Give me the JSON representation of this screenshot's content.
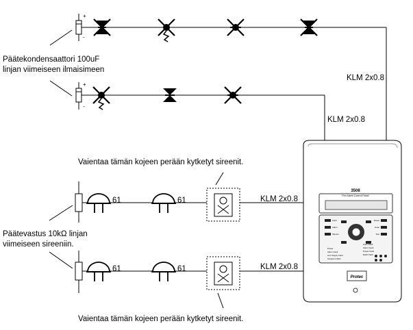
{
  "notes": {
    "capacitor_line1": "Päätekondensaattori 100uF",
    "capacitor_line2": "linjan viimeiseen ilmaisimeen",
    "resistor_line1": "Päätevastus 10kΩ linjan",
    "resistor_line2": "viimeiseen sireeniin.",
    "isolator_top": "Vaientaa tämän kojeen perään kytketyt sireenit.",
    "isolator_bottom": "Vaientaa tämän kojeen perään kytketyt sireenit."
  },
  "cables": {
    "loop1": "KLM 2x0.8",
    "loop2": "KLM 2x0.8",
    "siren1": "KLM 2x0.8",
    "siren2": "KLM 2x0.8"
  },
  "sirens": {
    "row1": [
      "61",
      "61"
    ],
    "row2": [
      "61",
      "61"
    ]
  },
  "capacitor_polarity": {
    "plus": "+",
    "minus": "-"
  },
  "panel": {
    "model": "3508",
    "title": "Fire Alarm Control Panel",
    "brand": "Protec",
    "left_buttons": [
      "Fault",
      "Alarm",
      "Silence"
    ],
    "right_buttons": [
      "Reset",
      "Evac",
      "Test"
    ],
    "bottom_lines": [
      "Power",
      "Alarm Fault",
      "Aux Supply Fault",
      "Outputs Inhibit"
    ],
    "right_lines": [
      "Zone Fault",
      "Alarm Fault",
      "Power Fault",
      "Earth Fault"
    ]
  }
}
